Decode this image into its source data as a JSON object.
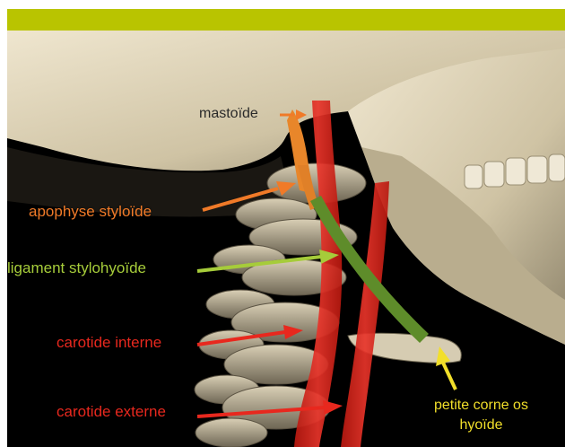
{
  "header": {
    "bar_color": "#b9c400"
  },
  "labels": {
    "mastoide": "mastoïde",
    "apophyse_styloide": "apophyse styloïde",
    "ligament_stylohyoide": "ligament stylohyoïde",
    "carotide_interne": "carotide interne",
    "carotide_externe": "carotide externe",
    "petite_corne_line1": "petite corne os",
    "petite_corne_line2": "hyoïde"
  },
  "colors": {
    "mastoide": "#2a2a2a",
    "apophyse_styloide": "#f07a28",
    "ligament_stylohyoide": "#a6cc3a",
    "carotide": "#e8281e",
    "petite_corne": "#f2df2a",
    "artery_fill": "#d8281e",
    "ligament_fill": "#5e8c2a",
    "styloid_fill": "#e8862a",
    "bone": "#ddd3ba"
  },
  "icons": {
    "arrows": [
      "mastoide-arrow",
      "styloide-arrow",
      "ligament-arrow",
      "carotide-interne-arrow",
      "carotide-externe-arrow",
      "petite-corne-arrow"
    ]
  }
}
